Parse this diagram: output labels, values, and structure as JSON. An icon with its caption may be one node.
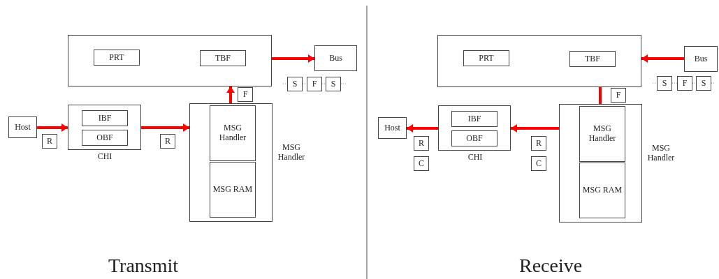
{
  "diagram": {
    "nodes": [
      {
        "text": [],
        "shape": "box"
      },
      {
        "text": [
          "PRT"
        ],
        "in": 0
      },
      {
        "text": [
          "TBF"
        ],
        "in": 0
      },
      {
        "text": [
          "Bus"
        ]
      },
      {
        "text": [
          "S"
        ]
      },
      {
        "text": [
          "F"
        ]
      },
      {
        "text": [
          "S"
        ]
      },
      {
        "text": [
          "F"
        ]
      },
      {
        "text": [
          "Host"
        ]
      },
      {
        "text": [],
        "shape": "box",
        "beside": [
          "CHI"
        ]
      },
      {
        "text": [
          "IBF"
        ],
        "in": 9
      },
      {
        "text": [
          "OBF"
        ],
        "in": 9
      },
      {
        "text": [
          "R"
        ]
      },
      {
        "text": [
          "R"
        ]
      },
      {
        "text": [],
        "shape": "box",
        "beside": [
          "MSG Handler"
        ]
      },
      {
        "text": [
          "MSG Handler"
        ],
        "in": 14
      },
      {
        "text": [
          "MSG RAM"
        ],
        "in": 14
      },
      {
        "text": [],
        "shape": "box"
      },
      {
        "text": [
          "PRT"
        ],
        "in": 17
      },
      {
        "text": [
          "TBF"
        ],
        "in": 17
      },
      {
        "text": [
          "Bus"
        ]
      },
      {
        "text": [
          "S"
        ]
      },
      {
        "text": [
          "F"
        ]
      },
      {
        "text": [
          "S"
        ]
      },
      {
        "text": [
          "F"
        ]
      },
      {
        "text": [
          "Host"
        ]
      },
      {
        "text": [],
        "shape": "box",
        "beside": [
          "CHI"
        ]
      },
      {
        "text": [
          "IBF"
        ],
        "in": 26
      },
      {
        "text": [
          "OBF"
        ],
        "in": 26
      },
      {
        "text": [
          "R"
        ]
      },
      {
        "text": [
          "C"
        ]
      },
      {
        "text": [
          "R"
        ]
      },
      {
        "text": [
          "C"
        ]
      },
      {
        "text": [],
        "shape": "box",
        "beside": [
          "MSG Handler"
        ]
      },
      {
        "text": [
          "MSG Handler"
        ],
        "in": 33
      },
      {
        "text": [
          "MSG RAM"
        ],
        "in": 33
      }
    ],
    "edges": [
      {
        "from": 8,
        "to": 9,
        "arrow": "to",
        "style": "thick"
      },
      {
        "from": 9,
        "to": 14,
        "arrow": "to",
        "style": "thick"
      },
      {
        "from": 14,
        "to": 0,
        "arrow": "to",
        "style": "thick"
      },
      {
        "from": 0,
        "to": 3,
        "arrow": "to",
        "style": "thick"
      },
      {
        "from": null,
        "to": 4,
        "arrow": "none",
        "style": "dashed",
        "color": "#808080"
      },
      {
        "from": 4,
        "to": 5,
        "arrow": "none",
        "style": "dashed",
        "color": "#808080"
      },
      {
        "from": 5,
        "to": 6,
        "arrow": "none",
        "style": "dashed",
        "color": "#808080"
      },
      {
        "from": 6,
        "to": null,
        "arrow": "none",
        "style": "dashed",
        "color": "#808080"
      },
      {
        "from": 20,
        "to": 17,
        "arrow": "to",
        "style": "thick"
      },
      {
        "from": 17,
        "to": 33,
        "arrow": "none",
        "style": "thick"
      },
      {
        "from": 33,
        "to": 26,
        "arrow": "to",
        "style": "thick"
      },
      {
        "from": 26,
        "to": 25,
        "arrow": "to",
        "style": "thick"
      },
      {
        "from": null,
        "to": 21,
        "arrow": "none",
        "style": "dashed",
        "color": "#808080"
      },
      {
        "from": 21,
        "to": 22,
        "arrow": "none",
        "style": "dashed",
        "color": "#808080"
      },
      {
        "from": 22,
        "to": 23,
        "arrow": "none",
        "style": "dashed",
        "color": "#808080"
      },
      {
        "from": 23,
        "to": null,
        "arrow": "none",
        "style": "dashed",
        "color": "#808080"
      }
    ],
    "labels": [
      "Transmit",
      "Receive"
    ]
  }
}
